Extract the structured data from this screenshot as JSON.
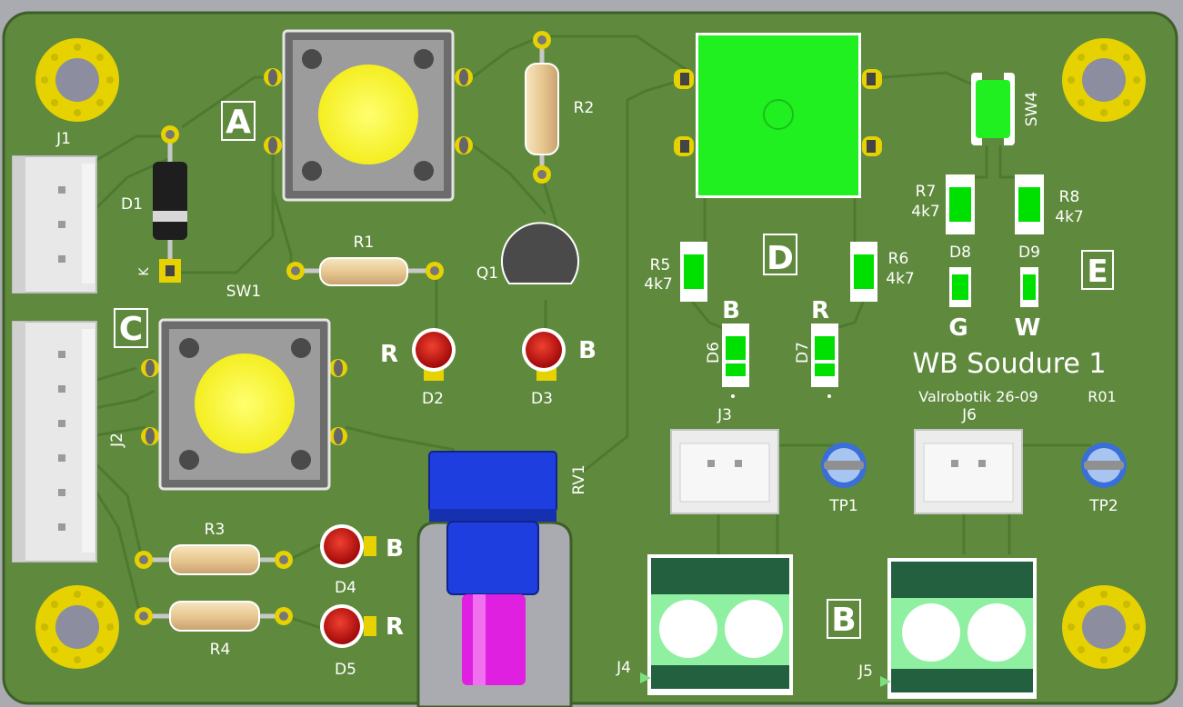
{
  "board": {
    "title": "WB Soudure 1",
    "subtitle": "Valrobotik 26-09",
    "revision": "R01"
  },
  "section_letters": [
    "A",
    "C",
    "D",
    "E",
    "B"
  ],
  "designators": {
    "J1": "J1",
    "J2": "J2",
    "J3": "J3",
    "J4": "J4",
    "J5": "J5",
    "J6": "J6",
    "D1": "D1",
    "D2": "D2",
    "D3": "D3",
    "D4": "D4",
    "D5": "D5",
    "D6": "D6",
    "D7": "D7",
    "D8": "D8",
    "D9": "D9",
    "R1": "R1",
    "R2": "R2",
    "R3": "R3",
    "R4": "R4",
    "R5": "R5",
    "R6": "R6",
    "R7": "R7",
    "R8": "R8",
    "SW1": "SW1",
    "SW4": "SW4",
    "Q1": "Q1",
    "RV1": "RV1",
    "TP1": "TP1",
    "TP2": "TP2",
    "K": "K"
  },
  "resistor_values": {
    "R5": "4k7",
    "R6": "4k7",
    "R7": "4k7",
    "R8": "4k7"
  },
  "color_marks": {
    "D2": "R",
    "D3": "B",
    "D4": "B",
    "D5": "R",
    "D6": "B",
    "D7": "R",
    "D8": "G",
    "D9": "W"
  },
  "colors": {
    "pcb": "#5f8a3e",
    "copper": "#e5d200",
    "silkscreen": "#ffffff",
    "led_red": "#d01818",
    "smd_green": "#00e000",
    "pot_blue": "#1f3ee0",
    "shaft_magenta": "#e020e0",
    "terminal_green": "#8ef0a0"
  }
}
